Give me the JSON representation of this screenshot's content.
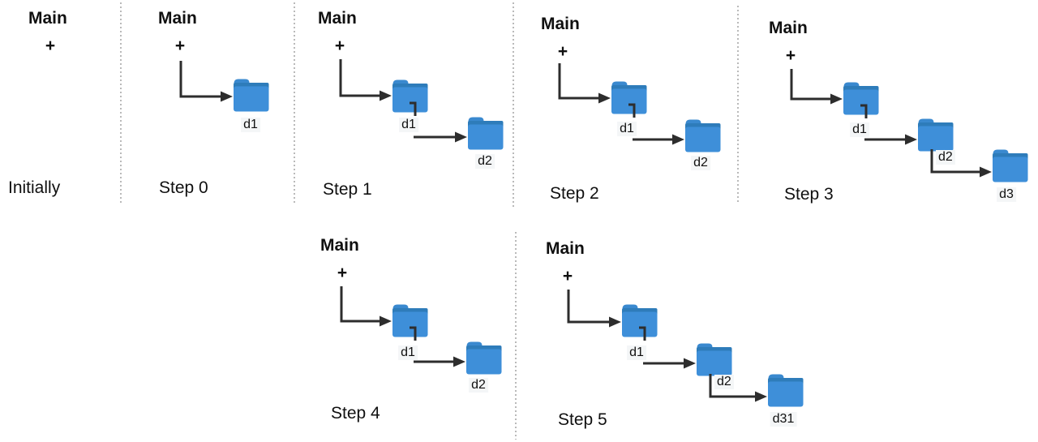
{
  "panels": [
    {
      "caption": "Initially",
      "root_label": "Main",
      "operator": "+",
      "folders": []
    },
    {
      "caption": "Step 0",
      "root_label": "Main",
      "operator": "+",
      "folders": [
        {
          "name": "d1"
        }
      ]
    },
    {
      "caption": "Step 1",
      "root_label": "Main",
      "operator": "+",
      "folders": [
        {
          "name": "d1"
        },
        {
          "name": "d2"
        }
      ]
    },
    {
      "caption": "Step 2",
      "root_label": "Main",
      "operator": "+",
      "folders": [
        {
          "name": "d1"
        },
        {
          "name": "d2"
        }
      ]
    },
    {
      "caption": "Step 3",
      "root_label": "Main",
      "operator": "+",
      "folders": [
        {
          "name": "d1"
        },
        {
          "name": "d2"
        },
        {
          "name": "d3"
        }
      ]
    },
    {
      "caption": "Step 4",
      "root_label": "Main",
      "operator": "+",
      "folders": [
        {
          "name": "d1"
        },
        {
          "name": "d2"
        }
      ]
    },
    {
      "caption": "Step 5",
      "root_label": "Main",
      "operator": "+",
      "folders": [
        {
          "name": "d1"
        },
        {
          "name": "d2"
        },
        {
          "name": "d31"
        }
      ]
    }
  ],
  "colors": {
    "folder_body": "#3e8fd9",
    "folder_stripe": "#2e7cba",
    "folder_tab": "#3a89cf",
    "arrow": "#2d2d2d",
    "separator": "#a8a8a8",
    "label_bg": "#f4f6f7",
    "text": "#101010"
  }
}
